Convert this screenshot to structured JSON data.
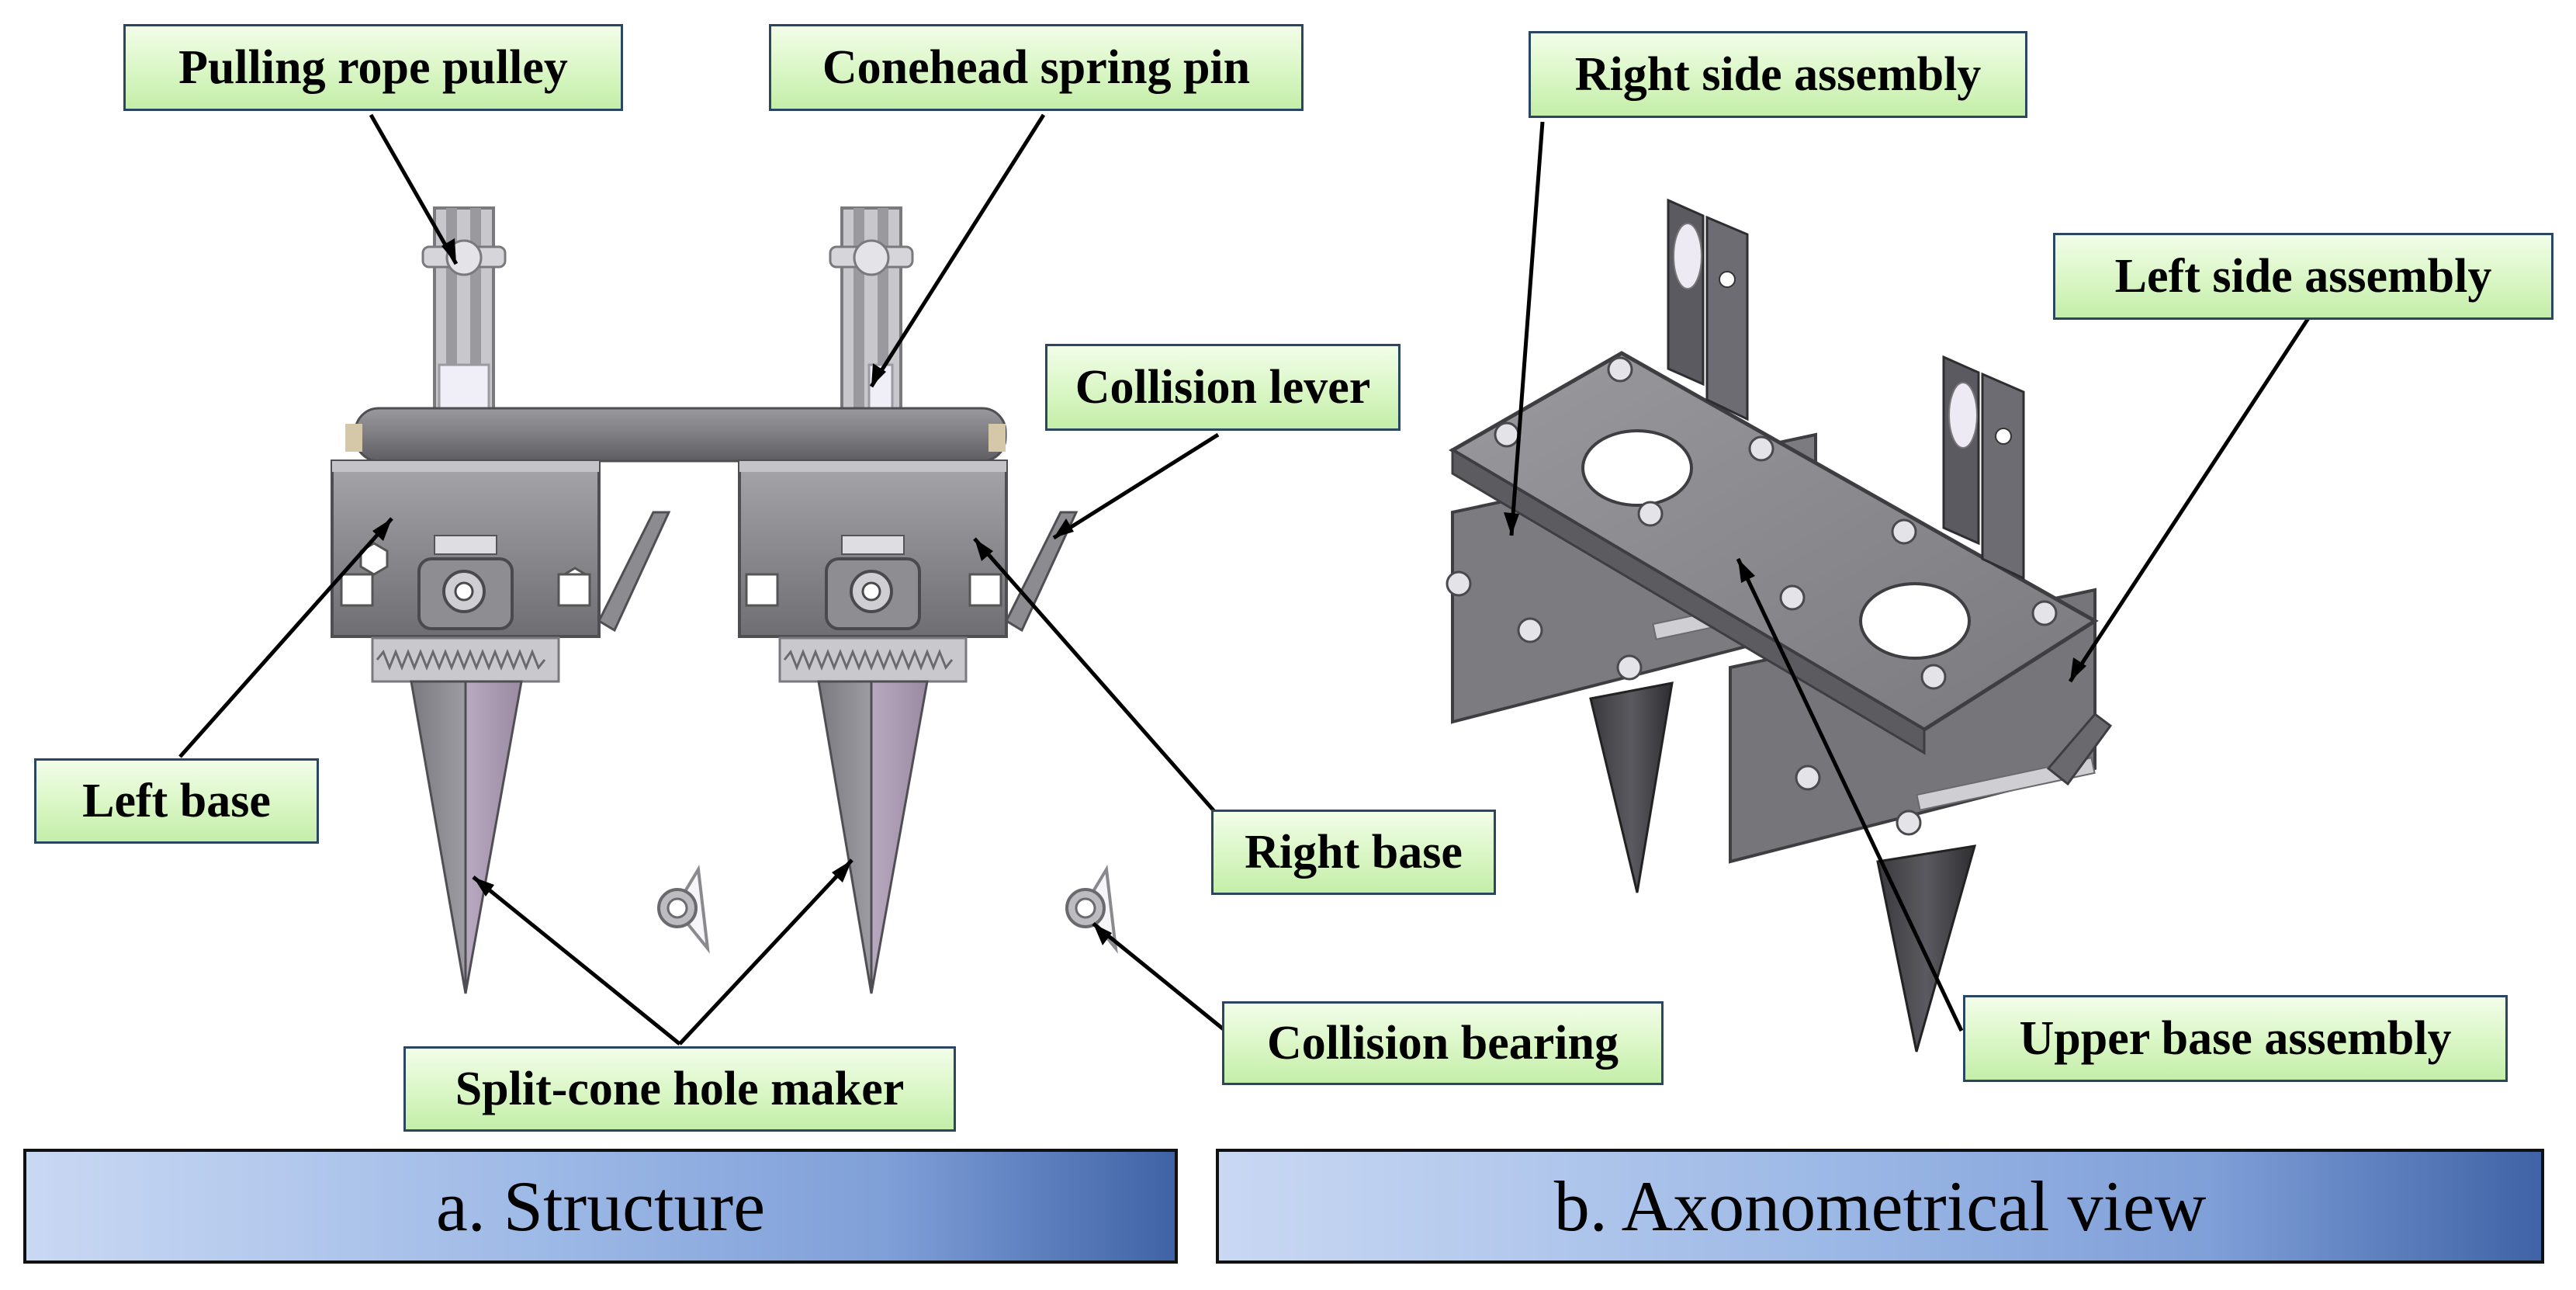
{
  "labels": {
    "pulling_rope_pulley": "Pulling rope pulley",
    "conehead_spring_pin": "Conehead spring pin",
    "collision_lever": "Collision lever",
    "left_base": "Left base",
    "right_base": "Right base",
    "collision_bearing": "Collision bearing",
    "split_cone_hole_maker": "Split-cone hole maker",
    "right_side_assembly": "Right side assembly",
    "left_side_assembly": "Left side assembly",
    "upper_base_assembly": "Upper base assembly"
  },
  "captions": {
    "a": "a. Structure",
    "b": "b. Axonometrical view"
  },
  "colors": {
    "label_fill": "#d9f6c4",
    "label_border": "#2b4660",
    "caption_gradient_start": "#c9d8f3",
    "caption_gradient_end": "#3f63a6",
    "metal_dark": "#6e6e72",
    "metal_mid": "#8c8c90",
    "metal_light": "#b4b4b8",
    "cone_purple": "#a89aae"
  }
}
